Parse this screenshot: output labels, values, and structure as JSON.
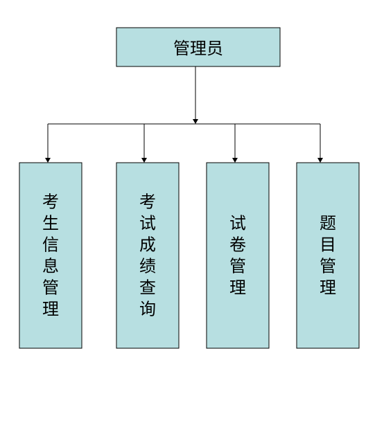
{
  "root": {
    "label": "管理员"
  },
  "children": [
    {
      "label": "考生信息管理"
    },
    {
      "label": "考试成绩查询"
    },
    {
      "label": "试卷管理"
    },
    {
      "label": "题目管理"
    }
  ],
  "colors": {
    "box_fill": "#b7dfe1",
    "line": "#000000"
  }
}
